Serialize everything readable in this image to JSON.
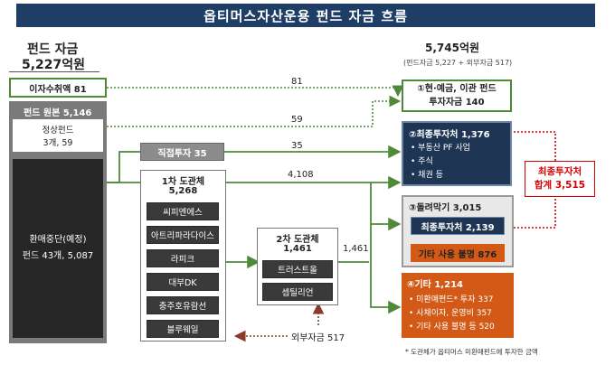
{
  "header": {
    "title": "옵티머스자산운용 펀드 자금 흐름"
  },
  "left": {
    "label": "펀드 자금",
    "amount": "5,227억원",
    "interest": "이자수취액 81",
    "fund_origin": "펀드 원본 5,146",
    "normal_fund_title": "정상펀드",
    "normal_fund_detail": "3개, 59",
    "suspended_title": "환매중단(예정)",
    "suspended_detail": "펀드 43개, 5,087"
  },
  "right": {
    "total": "5,745억원",
    "total_note": "(펀드자금 5,227 + 외부자금 517)",
    "box1_line1": "①현·예금, 이관 펀드",
    "box1_line2": "투자자금 140",
    "box2_title": "②최종투자처 1,376",
    "box2_items": [
      "• 부동산 PF 사업",
      "• 주식",
      "• 채권 등"
    ],
    "box3_title": "③돌려막기 3,015",
    "box3_inner1": "최종투자처 2,139",
    "box3_inner2": "기타 사용 불명 876",
    "box4_title": "④기타 1,214",
    "box4_items": [
      "• 미환매펀드* 투자 337",
      "• 사채이자, 운영비 357",
      "• 기타 사용 불명 등 520"
    ],
    "final_total_line1": "최종투자처",
    "final_total_line2": "합계 3,515",
    "footnote": "* 도관체가 옵티머스 미환매펀드에 투자한 금액"
  },
  "middle": {
    "direct": "직접투자 35",
    "conduit1_title": "1차 도관체",
    "conduit1_amount": "5,268",
    "conduit1_items": [
      "씨피엔에스",
      "아트리파라다이스",
      "라피크",
      "대부DK",
      "충주호유람선",
      "블루웨일"
    ],
    "conduit2_title": "2차 도관체",
    "conduit2_amount": "1,461",
    "conduit2_items": [
      "트러스트올",
      "셉틸리언"
    ],
    "external": "외부자금 517"
  },
  "flows": {
    "f81": "81",
    "f59": "59",
    "f35": "35",
    "f4108": "4,108",
    "f1461": "1,461"
  },
  "colors": {
    "banner": "#1f3e66",
    "green": "#4f8a3a",
    "navy": "#1f3554",
    "orange": "#d35a16",
    "red": "#d40000",
    "dark_gray": "#3a3a3a"
  }
}
